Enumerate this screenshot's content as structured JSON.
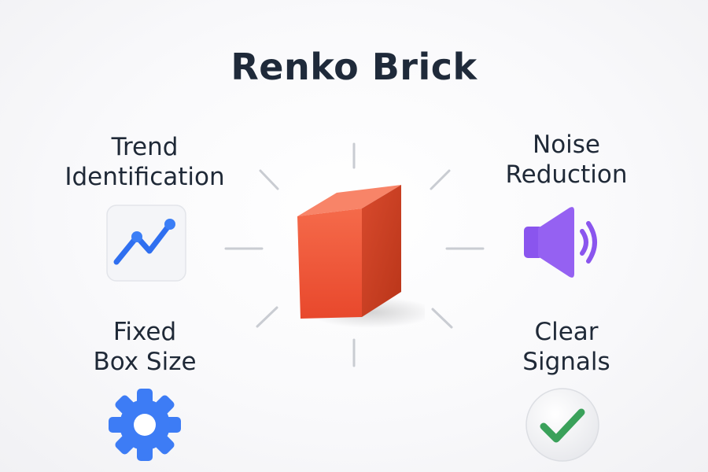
{
  "title": "Renko Brick",
  "features": {
    "trend": {
      "line1": "Trend",
      "line2": "Identification",
      "icon": "trend-line-chart-icon"
    },
    "noise": {
      "line1": "Noise",
      "line2": "Reduction",
      "icon": "speaker-icon"
    },
    "fixed": {
      "line1": "Fixed",
      "line2": "Box Size",
      "icon": "gear-icon"
    },
    "clear": {
      "line1": "Clear",
      "line2": "Signals",
      "icon": "checkmark-icon"
    }
  },
  "colors": {
    "brick_front": "#ef5a3c",
    "brick_top": "#f77a5c",
    "brick_side": "#cf4126",
    "trend_blue": "#2f6ff0",
    "gear_blue": "#3d7cf5",
    "speaker_purple": "#8a55ee",
    "check_green": "#3aa15a",
    "ray_gray": "#c9ccd2"
  }
}
